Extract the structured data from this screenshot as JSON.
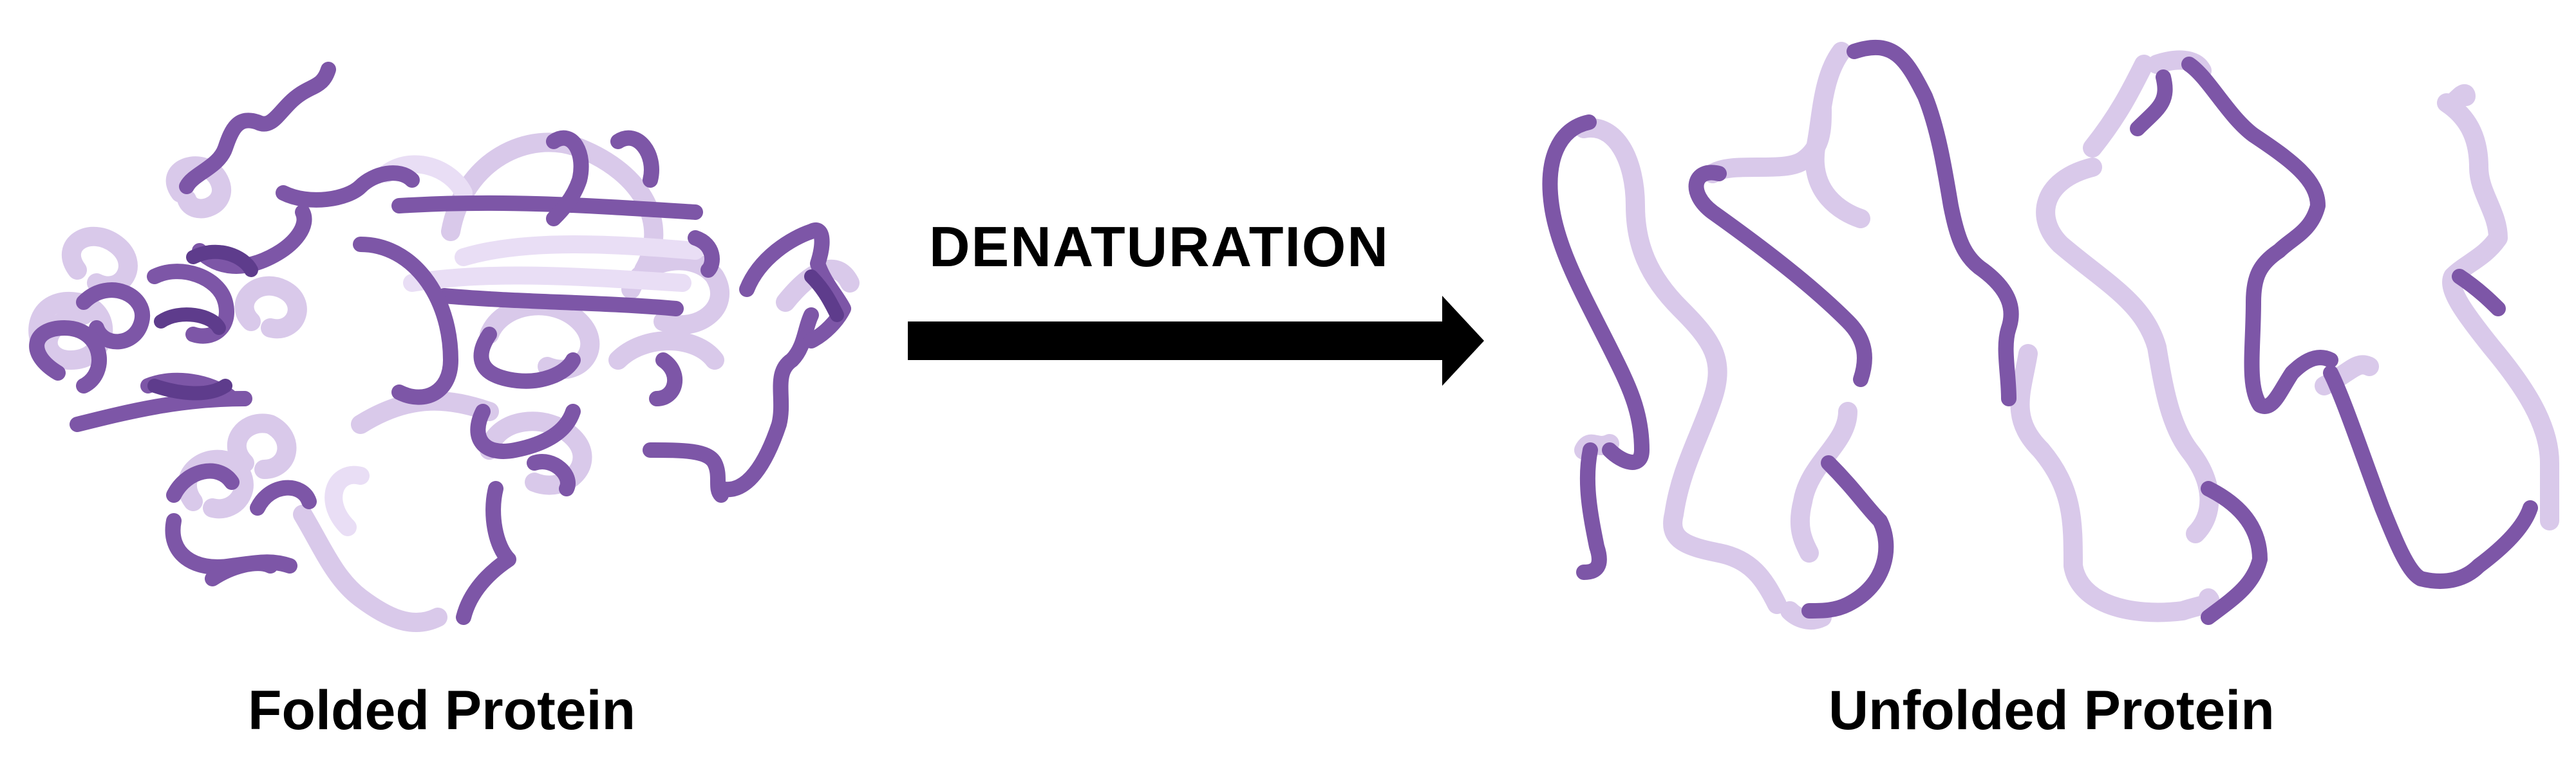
{
  "labels": {
    "folded": "Folded Protein",
    "unfolded": "Unfolded Protein",
    "process": "DENATURATION"
  },
  "colors": {
    "ribbon_dark": "#7d56a7",
    "ribbon_darker": "#5e3c8c",
    "ribbon_light": "#d9c9ea",
    "ribbon_lighter": "#e9def5",
    "arrow": "#000000",
    "text": "#000000",
    "background": "#ffffff"
  },
  "icons": {
    "folded_structure": "folded-protein-ribbon",
    "unfolded_structure": "unfolded-protein-ribbon",
    "process_arrow": "right-arrow"
  }
}
